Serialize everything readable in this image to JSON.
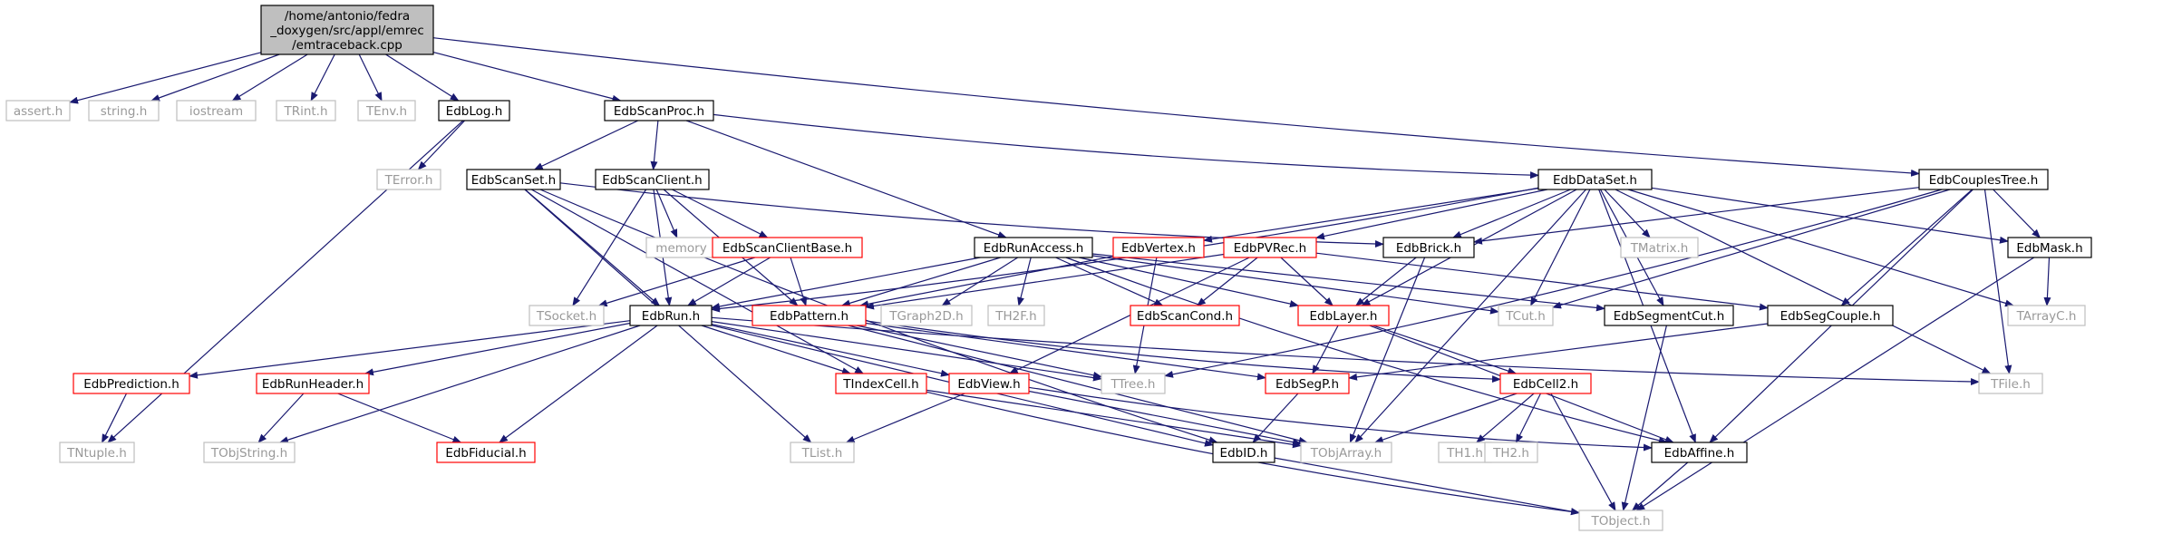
{
  "diagram": {
    "colors": {
      "edge": "#191970",
      "focus_fill": "#bfbfbf",
      "focus_border": "#000000",
      "documented_border": "#000000",
      "missing_border": "#ff0000",
      "external_border": "#bfbfbf",
      "external_text": "#999999",
      "text": "#000000",
      "background": "#ffffff"
    },
    "nodes": [
      {
        "id": "root",
        "lines": [
          "/home/antonio/fedra",
          "_doxygen/src/appl/emrec",
          "/emtraceback.cpp"
        ],
        "style": "focus"
      },
      {
        "id": "assert",
        "lines": [
          "assert.h"
        ],
        "style": "external"
      },
      {
        "id": "string",
        "lines": [
          "string.h"
        ],
        "style": "external"
      },
      {
        "id": "iostream",
        "lines": [
          "iostream"
        ],
        "style": "external"
      },
      {
        "id": "trint",
        "lines": [
          "TRint.h"
        ],
        "style": "external"
      },
      {
        "id": "tenv",
        "lines": [
          "TEnv.h"
        ],
        "style": "external"
      },
      {
        "id": "edblog",
        "lines": [
          "EdbLog.h"
        ],
        "style": "documented"
      },
      {
        "id": "edbscanproc",
        "lines": [
          "EdbScanProc.h"
        ],
        "style": "documented"
      },
      {
        "id": "edbcouplestree",
        "lines": [
          "EdbCouplesTree.h"
        ],
        "style": "documented"
      },
      {
        "id": "terror",
        "lines": [
          "TError.h"
        ],
        "style": "external"
      },
      {
        "id": "tntuple",
        "lines": [
          "TNtuple.h"
        ],
        "style": "external"
      },
      {
        "id": "edbscanset",
        "lines": [
          "EdbScanSet.h"
        ],
        "style": "documented"
      },
      {
        "id": "edbscanclient",
        "lines": [
          "EdbScanClient.h"
        ],
        "style": "documented"
      },
      {
        "id": "edbdataset",
        "lines": [
          "EdbDataSet.h"
        ],
        "style": "documented"
      },
      {
        "id": "memory",
        "lines": [
          "memory"
        ],
        "style": "external"
      },
      {
        "id": "edbscanclientbase",
        "lines": [
          "EdbScanClientBase.h"
        ],
        "style": "missing"
      },
      {
        "id": "edbrunaccess",
        "lines": [
          "EdbRunAccess.h"
        ],
        "style": "documented"
      },
      {
        "id": "edbvertex",
        "lines": [
          "EdbVertex.h"
        ],
        "style": "missing"
      },
      {
        "id": "edbpvrec",
        "lines": [
          "EdbPVRec.h"
        ],
        "style": "missing"
      },
      {
        "id": "edbbrick",
        "lines": [
          "EdbBrick.h"
        ],
        "style": "documented"
      },
      {
        "id": "tmatrix",
        "lines": [
          "TMatrix.h"
        ],
        "style": "external"
      },
      {
        "id": "edbmask",
        "lines": [
          "EdbMask.h"
        ],
        "style": "documented"
      },
      {
        "id": "tsocket",
        "lines": [
          "TSocket.h"
        ],
        "style": "external"
      },
      {
        "id": "edbrun",
        "lines": [
          "EdbRun.h"
        ],
        "style": "documented"
      },
      {
        "id": "edbpattern",
        "lines": [
          "EdbPattern.h"
        ],
        "style": "missing"
      },
      {
        "id": "tgraph2d",
        "lines": [
          "TGraph2D.h"
        ],
        "style": "external"
      },
      {
        "id": "th2f",
        "lines": [
          "TH2F.h"
        ],
        "style": "external"
      },
      {
        "id": "edbscancond",
        "lines": [
          "EdbScanCond.h"
        ],
        "style": "missing"
      },
      {
        "id": "edblayer",
        "lines": [
          "EdbLayer.h"
        ],
        "style": "missing"
      },
      {
        "id": "tcut",
        "lines": [
          "TCut.h"
        ],
        "style": "external"
      },
      {
        "id": "edbsegmentcut",
        "lines": [
          "EdbSegmentCut.h"
        ],
        "style": "documented"
      },
      {
        "id": "edbsegcouple",
        "lines": [
          "EdbSegCouple.h"
        ],
        "style": "documented"
      },
      {
        "id": "tarrayc",
        "lines": [
          "TArrayC.h"
        ],
        "style": "external"
      },
      {
        "id": "edbprediction",
        "lines": [
          "EdbPrediction.h"
        ],
        "style": "missing"
      },
      {
        "id": "edbrunheader",
        "lines": [
          "EdbRunHeader.h"
        ],
        "style": "missing"
      },
      {
        "id": "tindexcell",
        "lines": [
          "TIndexCell.h"
        ],
        "style": "missing"
      },
      {
        "id": "edbview",
        "lines": [
          "EdbView.h"
        ],
        "style": "missing"
      },
      {
        "id": "ttree",
        "lines": [
          "TTree.h"
        ],
        "style": "external"
      },
      {
        "id": "edbsegp",
        "lines": [
          "EdbSegP.h"
        ],
        "style": "missing"
      },
      {
        "id": "edbcell2",
        "lines": [
          "EdbCell2.h"
        ],
        "style": "missing"
      },
      {
        "id": "tfile",
        "lines": [
          "TFile.h"
        ],
        "style": "external"
      },
      {
        "id": "tobjstring",
        "lines": [
          "TObjString.h"
        ],
        "style": "external"
      },
      {
        "id": "edbfiducial",
        "lines": [
          "EdbFiducial.h"
        ],
        "style": "missing"
      },
      {
        "id": "tlist",
        "lines": [
          "TList.h"
        ],
        "style": "external"
      },
      {
        "id": "edbid",
        "lines": [
          "EdbID.h"
        ],
        "style": "documented"
      },
      {
        "id": "tobjarray",
        "lines": [
          "TObjArray.h"
        ],
        "style": "external"
      },
      {
        "id": "th1",
        "lines": [
          "TH1.h"
        ],
        "style": "external"
      },
      {
        "id": "th2",
        "lines": [
          "TH2.h"
        ],
        "style": "external"
      },
      {
        "id": "edbaffine",
        "lines": [
          "EdbAffine.h"
        ],
        "style": "documented"
      },
      {
        "id": "tobject",
        "lines": [
          "TObject.h"
        ],
        "style": "external"
      }
    ],
    "edges": [
      [
        "root",
        "assert"
      ],
      [
        "root",
        "string"
      ],
      [
        "root",
        "iostream"
      ],
      [
        "root",
        "trint"
      ],
      [
        "root",
        "tenv"
      ],
      [
        "root",
        "edblog"
      ],
      [
        "root",
        "edbscanproc"
      ],
      [
        "root",
        "edbcouplestree"
      ],
      [
        "edblog",
        "terror"
      ],
      [
        "edblog",
        "tntuple"
      ],
      [
        "edbscanproc",
        "edbscanset"
      ],
      [
        "edbscanproc",
        "edbscanclient"
      ],
      [
        "edbscanproc",
        "edbrunaccess"
      ],
      [
        "edbscanproc",
        "edbdataset"
      ],
      [
        "edbscanset",
        "edbbrick"
      ],
      [
        "edbscanset",
        "tindexcell"
      ],
      [
        "edbscanset",
        "edbid"
      ],
      [
        "edbscanset",
        "tlist"
      ],
      [
        "edbscanset",
        "edbrun"
      ],
      [
        "edbscanclient",
        "memory"
      ],
      [
        "edbscanclient",
        "edbscanclientbase"
      ],
      [
        "edbscanclient",
        "edbrun"
      ],
      [
        "edbscanclient",
        "tsocket"
      ],
      [
        "edbscanclient",
        "edbpattern"
      ],
      [
        "edbscanclientbase",
        "tsocket"
      ],
      [
        "edbscanclientbase",
        "edbrun"
      ],
      [
        "edbscanclientbase",
        "edbpattern"
      ],
      [
        "edbrunaccess",
        "edbrun"
      ],
      [
        "edbrunaccess",
        "edbpattern"
      ],
      [
        "edbrunaccess",
        "tgraph2d"
      ],
      [
        "edbrunaccess",
        "th2f"
      ],
      [
        "edbrunaccess",
        "edbscancond"
      ],
      [
        "edbrunaccess",
        "edblayer"
      ],
      [
        "edbrunaccess",
        "tcut"
      ],
      [
        "edbrunaccess",
        "edbsegmentcut"
      ],
      [
        "edbrunaccess",
        "edbaffine"
      ],
      [
        "edbdataset",
        "edbvertex"
      ],
      [
        "edbdataset",
        "edbpvrec"
      ],
      [
        "edbdataset",
        "edbbrick"
      ],
      [
        "edbdataset",
        "tmatrix"
      ],
      [
        "edbdataset",
        "edbmask"
      ],
      [
        "edbdataset",
        "edbrun"
      ],
      [
        "edbdataset",
        "edblayer"
      ],
      [
        "edbdataset",
        "tcut"
      ],
      [
        "edbdataset",
        "edbsegmentcut"
      ],
      [
        "edbdataset",
        "tobjarray"
      ],
      [
        "edbdataset",
        "tfile"
      ],
      [
        "edbdataset",
        "tarrayc"
      ],
      [
        "edbdataset",
        "edbaffine"
      ],
      [
        "edbcouplestree",
        "edbbrick"
      ],
      [
        "edbcouplestree",
        "edbmask"
      ],
      [
        "edbcouplestree",
        "edbsegcouple"
      ],
      [
        "edbcouplestree",
        "tcut"
      ],
      [
        "edbcouplestree",
        "ttree"
      ],
      [
        "edbcouplestree",
        "tfile"
      ],
      [
        "edbcouplestree",
        "edbaffine"
      ],
      [
        "edbvertex",
        "edbpattern"
      ],
      [
        "edbvertex",
        "ttree"
      ],
      [
        "edbpvrec",
        "edbpattern"
      ],
      [
        "edbpvrec",
        "edbscancond"
      ],
      [
        "edbpvrec",
        "edblayer"
      ],
      [
        "edbpvrec",
        "edbsegcouple"
      ],
      [
        "edbpvrec",
        "edbview"
      ],
      [
        "edbbrick",
        "edblayer"
      ],
      [
        "edbbrick",
        "tobjarray"
      ],
      [
        "edbmask",
        "tarrayc"
      ],
      [
        "edbmask",
        "tobject"
      ],
      [
        "edbrun",
        "edbprediction"
      ],
      [
        "edbrun",
        "edbrunheader"
      ],
      [
        "edbrun",
        "tobjstring"
      ],
      [
        "edbrun",
        "edbfiducial"
      ],
      [
        "edbrun",
        "tindexcell"
      ],
      [
        "edbrun",
        "edbview"
      ],
      [
        "edbrun",
        "ttree"
      ],
      [
        "edbrun",
        "tfile"
      ],
      [
        "edbrun",
        "edbid"
      ],
      [
        "edbpattern",
        "ttree"
      ],
      [
        "edbpattern",
        "edbsegp"
      ],
      [
        "edbpattern",
        "edbcell2"
      ],
      [
        "edbpattern",
        "tobjarray"
      ],
      [
        "edblayer",
        "edbsegp"
      ],
      [
        "edblayer",
        "edbcell2"
      ],
      [
        "edblayer",
        "edbaffine"
      ],
      [
        "edbsegmentcut",
        "tobject"
      ],
      [
        "edbsegcouple",
        "edbsegp"
      ],
      [
        "edbprediction",
        "tntuple"
      ],
      [
        "edbrunheader",
        "tobjstring"
      ],
      [
        "edbrunheader",
        "edbfiducial"
      ],
      [
        "tindexcell",
        "tobjarray"
      ],
      [
        "tindexcell",
        "tobject"
      ],
      [
        "edbview",
        "tlist"
      ],
      [
        "edbview",
        "tobjarray"
      ],
      [
        "edbview",
        "edbaffine"
      ],
      [
        "edbsegp",
        "edbid"
      ],
      [
        "edbcell2",
        "tobjarray"
      ],
      [
        "edbcell2",
        "th1"
      ],
      [
        "edbcell2",
        "th2"
      ],
      [
        "edbcell2",
        "tobject"
      ],
      [
        "edbid",
        "tobject"
      ],
      [
        "edbaffine",
        "tobject"
      ]
    ]
  }
}
